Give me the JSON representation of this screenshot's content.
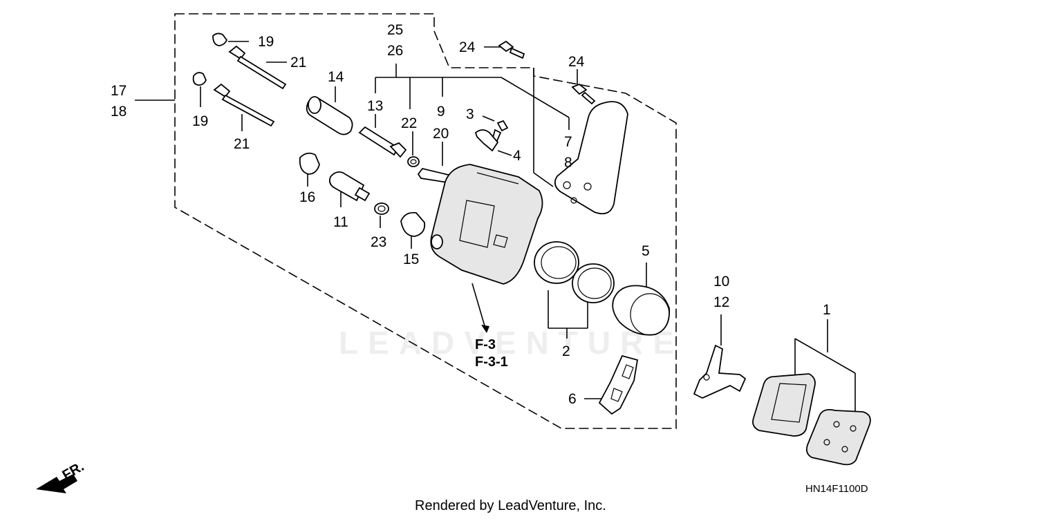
{
  "diagram": {
    "watermark": "LEADVENTURE",
    "drawing_code": "HN14F1100D",
    "footer": "Rendered by LeadVenture, Inc.",
    "direction_label": "FR.",
    "reference_labels": [
      "F-3",
      "F-3-1"
    ],
    "callouts": {
      "c1": "1",
      "c2": "2",
      "c3": "3",
      "c4": "4",
      "c5": "5",
      "c6": "6",
      "c7": "7",
      "c8": "8",
      "c9": "9",
      "c10": "10",
      "c11": "11",
      "c12": "12",
      "c13": "13",
      "c14": "14",
      "c15": "15",
      "c16": "16",
      "c17": "17",
      "c18": "18",
      "c19a": "19",
      "c19b": "19",
      "c20": "20",
      "c21a": "21",
      "c21b": "21",
      "c22": "22",
      "c23": "23",
      "c24a": "24",
      "c24b": "24",
      "c25": "25",
      "c26": "26"
    }
  }
}
